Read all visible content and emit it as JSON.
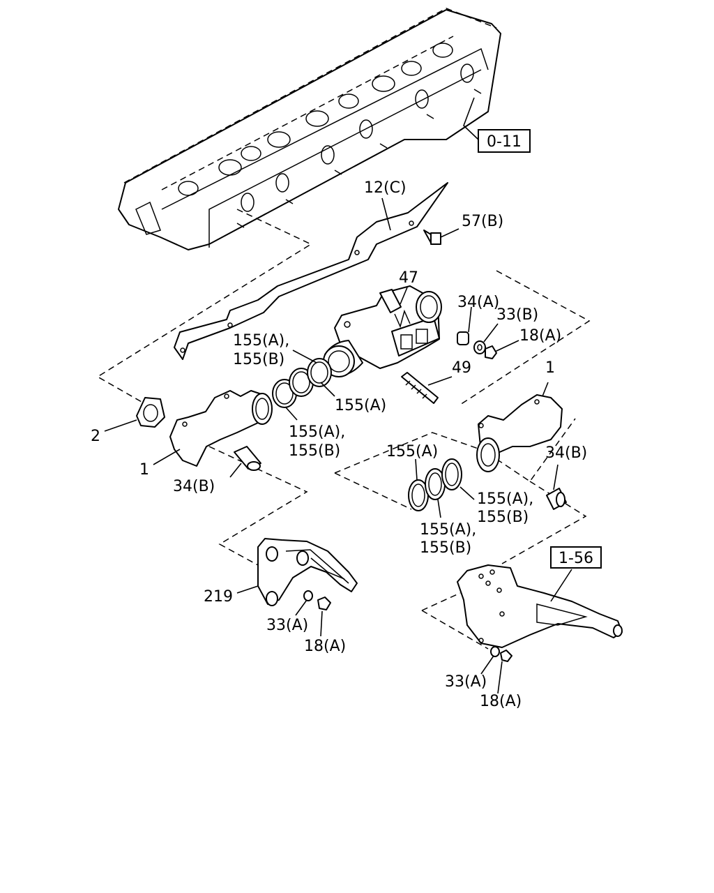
{
  "labels": {
    "ref_0_11": "0-11",
    "ref_1_56": "1-56",
    "l_12c": "12(C)",
    "l_57b": "57(B)",
    "l_47": "47",
    "l_34a": "34(A)",
    "l_33b": "33(B)",
    "l_18a_top": "18(A)",
    "l_155a_155b_top_1": "155(A),",
    "l_155a_155b_top_2": "155(B)",
    "l_49": "49",
    "l_155a_mid": "155(A)",
    "l_2": "2",
    "l_1_left": "1",
    "l_155a_155b_mid_1": "155(A),",
    "l_155a_155b_mid_2": "155(B)",
    "l_34b_left": "34(B)",
    "l_1_right": "1",
    "l_155a_right": "155(A)",
    "l_34b_right": "34(B)",
    "l_155a_155b_r1_1": "155(A),",
    "l_155a_155b_r1_2": "155(B)",
    "l_155a_155b_r2_1": "155(A),",
    "l_155a_155b_r2_2": "155(B)",
    "l_219": "219",
    "l_33a_left": "33(A)",
    "l_18a_left": "18(A)",
    "l_33a_right": "33(A)",
    "l_18a_right": "18(A)"
  }
}
